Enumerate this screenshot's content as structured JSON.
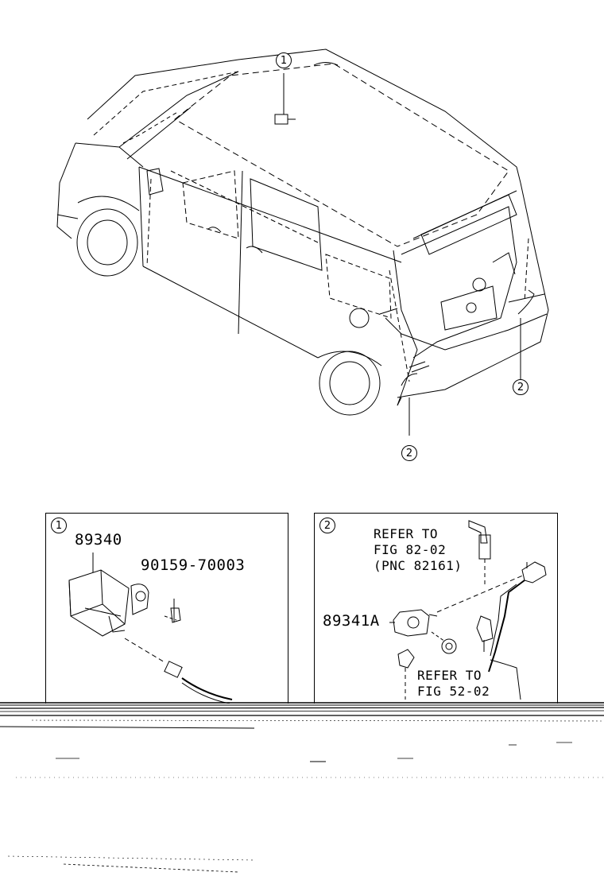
{
  "diagram": {
    "callouts": {
      "one": "1",
      "two": "2"
    },
    "panel_1": {
      "index": "1",
      "part_sensor": "89340",
      "part_bolt": "90159-70003"
    },
    "panel_2": {
      "index": "2",
      "refer_1_line1": "REFER TO",
      "refer_1_line2": "FIG 82-02",
      "refer_1_line3": "(PNC 82161)",
      "part_sensor": "89341A",
      "refer_2_line1": "REFER TO",
      "refer_2_line2": "FIG 52-02"
    }
  }
}
